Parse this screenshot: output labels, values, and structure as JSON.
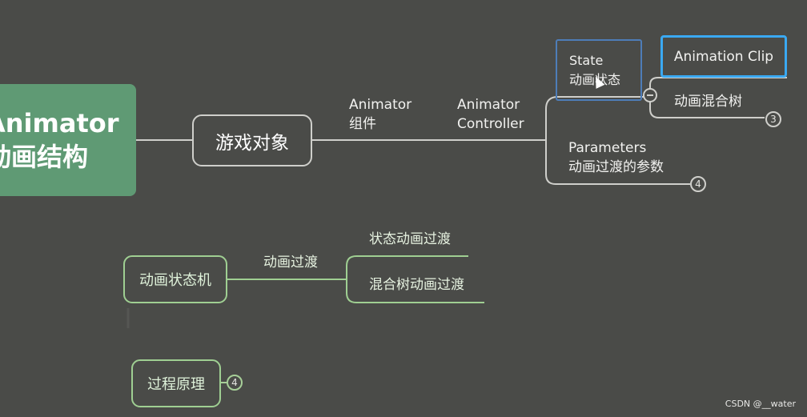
{
  "root": {
    "line1": "Animator",
    "line2": "动画结构"
  },
  "nodes": {
    "game_object": "游戏对象",
    "component": {
      "line1": "Animator",
      "line2": "组件"
    },
    "controller": {
      "line1": "Animator",
      "line2": "Controller"
    },
    "state": {
      "line1": "State",
      "line2": "动画状态"
    },
    "animation_clip": "Animation Clip",
    "blend_tree": "动画混合树",
    "blend_tree_count": "3",
    "parameters": {
      "line1": "Parameters",
      "line2": "动画过渡的参数"
    },
    "parameters_count": "4"
  },
  "state_machine": {
    "label": "动画状态机",
    "edge": "动画过渡",
    "child1": "状态动画过渡",
    "child2": "混合树动画过渡"
  },
  "process": {
    "label": "过程原理",
    "count": "4"
  },
  "watermark": "CSDN @__water",
  "colors": {
    "background": "#4a4b48",
    "root_fill": "#5f9a74",
    "white_line": "#cfcfcb",
    "green_line": "#9fcf92",
    "state_border": "#4e7db8",
    "clip_border": "#3aa9f2"
  }
}
